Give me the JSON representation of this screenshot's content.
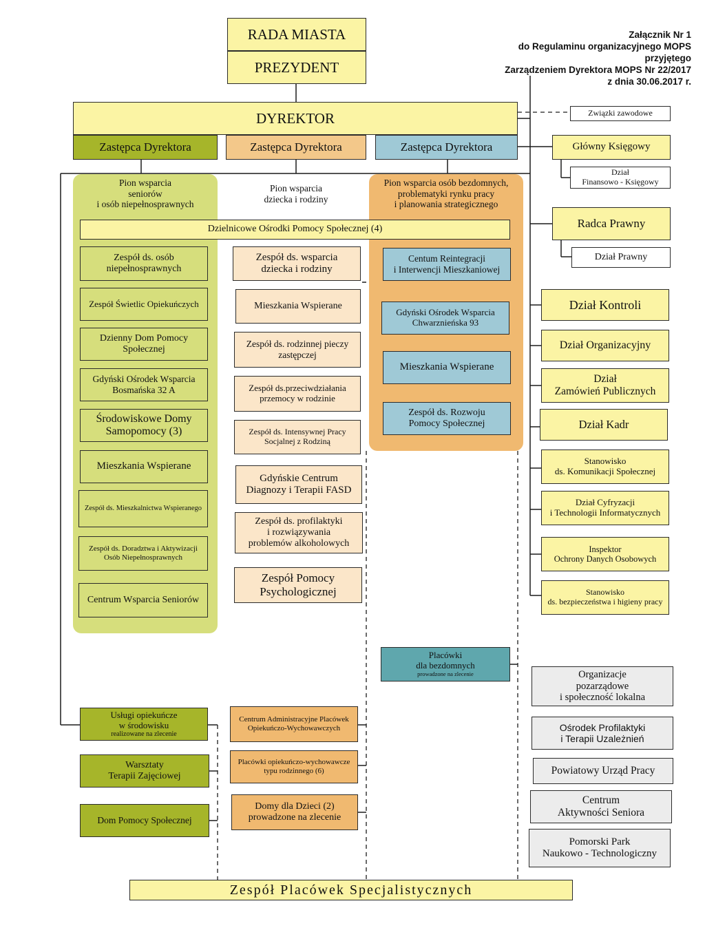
{
  "top": {
    "rada": "RADA MIASTA",
    "prezydent": "PREZYDENT",
    "dyrektor": "DYREKTOR",
    "deputy1": "Zastępca Dyrektora",
    "deputy2": "Zastępca Dyrektora",
    "deputy3": "Zastępca Dyrektora"
  },
  "annex": {
    "line1": "Załącznik Nr 1",
    "line2": "do Regulaminu organizacyjnego MOPS",
    "line3": "przyjętego",
    "line4": "Zarządzeniem Dyrektora MOPS Nr 22/2017",
    "line5": "z dnia 30.06.2017 r."
  },
  "pillars": {
    "seniors_title": "Pion wsparcia\nseniorów\ni osób niepełnosprawnych",
    "children_title": "Pion wsparcia\ndziecka i rodziny",
    "homeless_title": "Pion wsparcia osób bezdomnych,\nproblematyki rynku pracy\ni planowania strategicznego",
    "district_centers": "Dzielnicowe Ośrodki Pomocy Społecznej (4)"
  },
  "seniors": [
    "Zespół ds. osób\nniepełnosprawnych",
    "Zespół Świetlic Opiekuńczych",
    "Dzienny Dom Pomocy\nSpołecznej",
    "Gdyński Ośrodek Wsparcia\nBosmańska 32 A",
    "Środowiskowe Domy\nSamopomocy (3)",
    "Mieszkania Wspierane",
    "Zespół ds. Mieszkalnictwa Wspieranego",
    "Zespół ds. Doradztwa i Aktywizacji\nOsób Niepełnosprawnych",
    "Centrum Wsparcia Seniorów"
  ],
  "children": [
    "Zespół ds. wsparcia\ndziecka i rodziny",
    "Mieszkania Wspierane",
    "Zespół ds. rodzinnej pieczy\nzastępczej",
    "Zespół ds.przeciwdziałania\nprzemocy w rodzinie",
    "Zespół ds. Intensywnej Pracy\nSocjalnej z Rodziną",
    "Gdyńskie Centrum\nDiagnozy i Terapii FASD",
    "Zespół ds. profilaktyki\ni rozwiązywania\nproblemów alkoholowych",
    "Zespół Pomocy\nPsychologicznej"
  ],
  "homeless": [
    "Centum Reintegracji\ni Interwencji Mieszkaniowej",
    "Gdyński Ośrodek Wsparcia\nChwarznieńska 93",
    "Mieszkania Wspierane",
    "Zespół ds. Rozwoju\nPomocy Społecznej"
  ],
  "homeless_facilities": {
    "main": "Placówki\ndla bezdomnych",
    "sub": "prowadzone na zlecenie"
  },
  "right": {
    "unions": "Związki zawodowe",
    "chief_accountant": "Główny Księgowy",
    "finance_dept": "Dział\nFinansowo - Księgowy",
    "legal_counsel": "Radca Prawny",
    "legal_dept": "Dział Prawny",
    "control": "Dział Kontroli",
    "organization": "Dział Organizacyjny",
    "procurement": "Dział\nZamówień Publicznych",
    "hr": "Dział Kadr",
    "communication": "Stanowisko\nds. Komunikacji Społecznej",
    "digital": "Dział Cyfryzacji\ni Technologii Informatycznych",
    "data_protection": "Inspektor\nOchrony Danych Osobowych",
    "safety": "Stanowisko\nds. bezpieczeństwa i higieny pracy"
  },
  "bottom_left": {
    "care_main": "Usługi opiekuńcze\nw środowisku",
    "care_sub": "realizowane na zlecenie",
    "workshops": "Warsztaty\nTerapii Zajęciowej",
    "nursing_home": "Dom Pomocy Społecznej"
  },
  "bottom_middle": [
    "Centrum Administracyjne Placówek\nOpiekuńczo-Wychowawczych",
    "Placówki opiekuńczo-wychowawcze\ntypu rodzinnego (6)",
    "Domy dla Dzieci (2)\nprowadzone na zlecenie"
  ],
  "external": [
    "Organizacje\npozarządowe\ni społeczność lokalna",
    "Ośrodek Profilaktyki\ni Terapii Uzależnień",
    "Powiatowy Urząd Pracy",
    "Centrum\nAktywności Seniora",
    "Pomorski Park\nNaukowo - Technologiczny"
  ],
  "specialist_team": "Zespół Placówek Specjalistycznych"
}
